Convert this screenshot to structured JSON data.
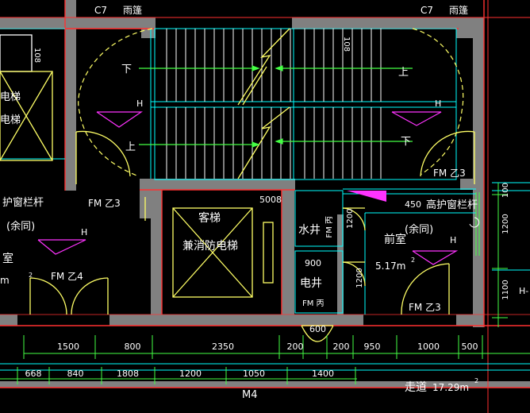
{
  "colors": {
    "background": "#000000",
    "wall": "#808080",
    "wall_line": "#ff3030",
    "door": "#ffff66",
    "stair": "#ffffff",
    "arrow": "#44ff44",
    "dim": "#44ff44",
    "cyan": "#00ffff",
    "magenta": "#ff33ff",
    "blue": "#5b6cff"
  },
  "labels": {
    "c7_left": "C7",
    "canopy_left": "雨篷",
    "c7_right": "C7",
    "canopy_right": "雨篷",
    "dim_108_left": "108",
    "dim_108_mid": "108",
    "down_left": "下",
    "up_right": "上",
    "h_left": "H",
    "h_right": "H",
    "up_left": "上",
    "down_right": "下",
    "fmz3_top_right": "FM 乙3",
    "fmz3_left": "FM 乙3",
    "elevator_tag": "5008",
    "elevator_name_1": "客梯",
    "elevator_name_2": "兼消防电梯",
    "water_well": "水井",
    "fm_c_water": "FM 丙",
    "dim_1200_a": "1200",
    "dim_450": "450",
    "high_rail": "高护窗栏杆",
    "remainder_right": "(余同)",
    "h_right_lower": "H",
    "anteroom": "前室",
    "area_anteroom": "5.17m",
    "sup2_a": "2",
    "fmz3_bottom_right": "FM 乙3",
    "dim_900": "900",
    "elec_well": "电井",
    "fm_c_elec": "FM 丙",
    "dim_1200_b": "1200",
    "dim_600": "600",
    "rail_left": "护窗栏杆",
    "remainder_left": "(余同)",
    "h_left_lower": "H",
    "room_left": "室",
    "m_left": "m",
    "sup2_b": "2",
    "fmz4": "FM 乙4",
    "elev_left_1": "电梯",
    "elev_left_2": "电梯",
    "right_edge_dim_100": "100",
    "right_edge_dim_1200": "1200",
    "right_edge_dim_1100": "1100",
    "right_edge_h": "H-",
    "corridor": "走道",
    "corridor_area": "17.29m",
    "sup2_c": "2",
    "m4": "M4"
  },
  "dims_row1": [
    "1500",
    "800",
    "2350",
    "200",
    "200",
    "950",
    "1000",
    "500"
  ],
  "dims_row2": [
    "668",
    "840",
    "1808",
    "1200",
    "1050",
    "1400"
  ]
}
